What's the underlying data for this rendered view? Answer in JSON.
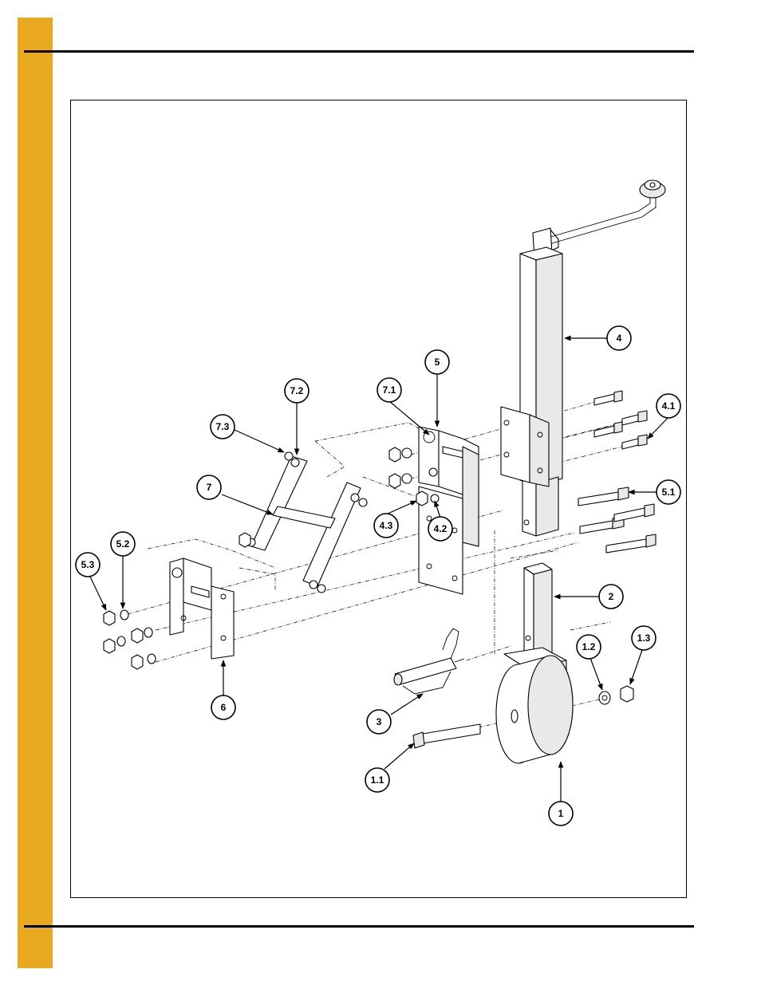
{
  "colors": {
    "side_bar": "#e8a820",
    "rule": "#000000",
    "border": "#000000"
  },
  "callouts": {
    "c1": "1",
    "c1_1": "1.1",
    "c1_2": "1.2",
    "c1_3": "1.3",
    "c2": "2",
    "c3": "3",
    "c4": "4",
    "c4_1": "4.1",
    "c4_2": "4.2",
    "c4_3": "4.3",
    "c5": "5",
    "c5_1": "5.1",
    "c5_2": "5.2",
    "c5_3": "5.3",
    "c6": "6",
    "c7": "7",
    "c7_1": "7.1",
    "c7_2": "7.2",
    "c7_3": "7.3"
  }
}
